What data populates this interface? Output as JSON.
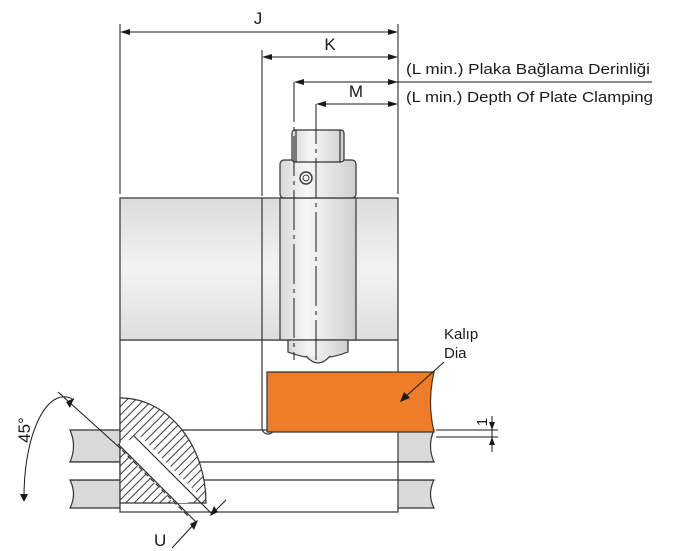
{
  "dimensions": {
    "J": "J",
    "K": "K",
    "M": "M",
    "U": "U",
    "one": "1",
    "angle": "45°"
  },
  "notes": {
    "depth_tr": "(L min.) Plaka Bağlama Derinliği",
    "depth_en": "(L min.) Depth Of Plate Clamping",
    "mold_tr": "Kalıp",
    "mold_en": "Dia"
  },
  "colors": {
    "plate": "#ee7d2a",
    "body": "#e9e9e9",
    "base": "#d9d9d9",
    "hatch": "#3a3a3a"
  }
}
